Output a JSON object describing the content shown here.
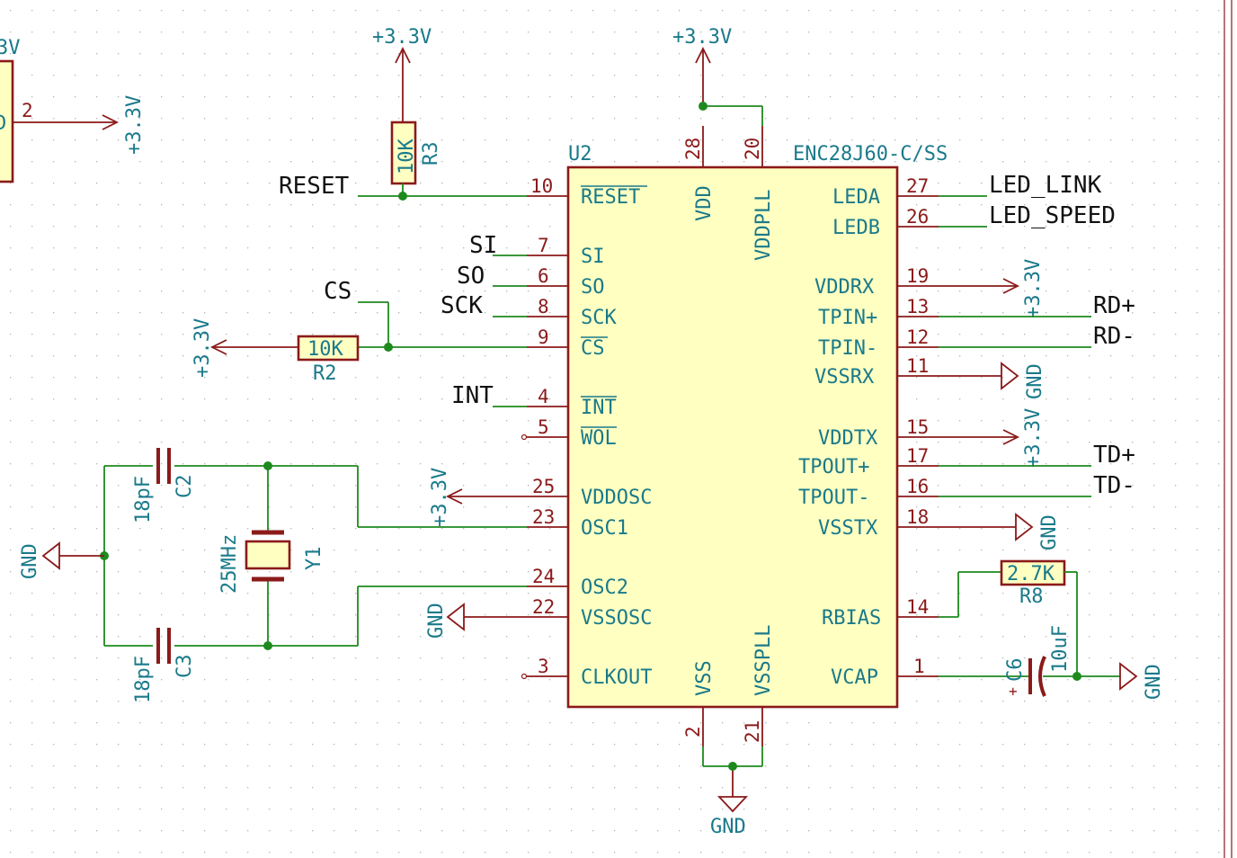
{
  "colors": {
    "wire": "#1e8a1e",
    "symbol": "#8b1a1a",
    "symbol_fill": "#ffffc2",
    "label": "#1a7a8a",
    "net": "#111111",
    "grid": "#b4b4b4"
  },
  "chip": {
    "ref": "U2",
    "value": "ENC28J60-C/SS",
    "pins": {
      "reset": {
        "num": "10",
        "name": "RESET"
      },
      "si": {
        "num": "7",
        "name": "SI"
      },
      "so": {
        "num": "6",
        "name": "SO"
      },
      "sck": {
        "num": "8",
        "name": "SCK"
      },
      "cs": {
        "num": "9",
        "name": "CS"
      },
      "int": {
        "num": "4",
        "name": "INT"
      },
      "wol": {
        "num": "5",
        "name": "WOL"
      },
      "vddosc": {
        "num": "25",
        "name": "VDDOSC"
      },
      "osc1": {
        "num": "23",
        "name": "OSC1"
      },
      "osc2": {
        "num": "24",
        "name": "OSC2"
      },
      "vssosc": {
        "num": "22",
        "name": "VSSOSC"
      },
      "clkout": {
        "num": "3",
        "name": "CLKOUT"
      },
      "vdd": {
        "num": "28",
        "name": "VDD"
      },
      "vddpll": {
        "num": "20",
        "name": "VDDPLL"
      },
      "vss": {
        "num": "2",
        "name": "VSS"
      },
      "vsspll": {
        "num": "21",
        "name": "VSSPLL"
      },
      "leda": {
        "num": "27",
        "name": "LEDA"
      },
      "ledb": {
        "num": "26",
        "name": "LEDB"
      },
      "vddrx": {
        "num": "19",
        "name": "VDDRX"
      },
      "tpinp": {
        "num": "13",
        "name": "TPIN+"
      },
      "tpinn": {
        "num": "12",
        "name": "TPIN-"
      },
      "vssrx": {
        "num": "11",
        "name": "VSSRX"
      },
      "vddtx": {
        "num": "15",
        "name": "VDDTX"
      },
      "tpoutp": {
        "num": "17",
        "name": "TPOUT+"
      },
      "tpoutn": {
        "num": "16",
        "name": "TPOUT-"
      },
      "vsstx": {
        "num": "18",
        "name": "VSSTX"
      },
      "rbias": {
        "num": "14",
        "name": "RBIAS"
      },
      "vcap": {
        "num": "1",
        "name": "VCAP"
      }
    }
  },
  "nets": {
    "reset": "RESET",
    "si": "SI",
    "so": "SO",
    "sck": "SCK",
    "cs": "CS",
    "int": "INT",
    "led_link": "LED_LINK",
    "led_speed": "LED_SPEED",
    "rdp": "RD+",
    "rdn": "RD-",
    "tdp": "TD+",
    "tdn": "TD-"
  },
  "power": {
    "v33": "+3.3V",
    "gnd": "GND",
    "partial_v33": "3V"
  },
  "components": {
    "r3": {
      "ref": "R3",
      "value": "10K"
    },
    "r2": {
      "ref": "R2",
      "value": "10K"
    },
    "r8": {
      "ref": "R8",
      "value": "2.7K"
    },
    "c2": {
      "ref": "C2",
      "value": "18pF"
    },
    "c3": {
      "ref": "C3",
      "value": "18pF"
    },
    "c6": {
      "ref": "C6",
      "value": "10uF",
      "polarity": "+"
    },
    "y1": {
      "ref": "Y1",
      "value": "25MHz"
    },
    "partial_pin": {
      "num": "2",
      "name": "D"
    }
  }
}
